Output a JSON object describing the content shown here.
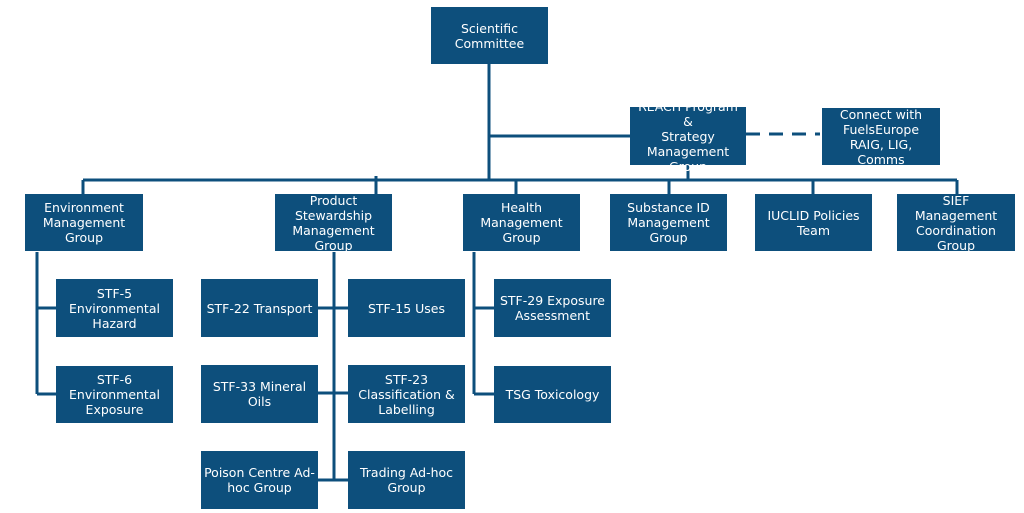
{
  "chart_data": {
    "type": "org-chart",
    "root": "Scientific\nCommittee",
    "nodes": {
      "scientific_committee": "Scientific\nCommittee",
      "reach_program": "REACH Program &\nStrategy\nManagement\nGroup",
      "connect_fuelseurope": "Connect with\nFuelsEurope\nRAIG, LIG, Comms",
      "environment_mgmt": "Environment\nManagement\nGroup",
      "product_stewardship": "Product\nStewardship\nManagement\nGroup",
      "health_mgmt": "Health\nManagement\nGroup",
      "substance_id": "Substance ID\nManagement\nGroup",
      "iuclid": "IUCLID Policies\nTeam",
      "sief": "SIEF Management\nCoordination\nGroup",
      "stf5": "STF-5\nEnvironmental\nHazard",
      "stf6": "STF-6\nEnvironmental\nExposure",
      "stf22": "STF-22 Transport",
      "stf15": "STF-15 Uses",
      "stf33": "STF-33 Mineral Oils",
      "stf23": "STF-23\nClassification &\nLabelling",
      "poison": "Poison Centre Ad-\nhoc Group",
      "trading": "Trading Ad-hoc\nGroup",
      "stf29": "STF-29 Exposure\nAssessment",
      "tsg": "TSG Toxicology"
    },
    "edges": [
      [
        "scientific_committee",
        "reach_program"
      ],
      [
        "scientific_committee",
        "environment_mgmt"
      ],
      [
        "scientific_committee",
        "product_stewardship"
      ],
      [
        "scientific_committee",
        "health_mgmt"
      ],
      [
        "scientific_committee",
        "substance_id"
      ],
      [
        "scientific_committee",
        "iuclid"
      ],
      [
        "scientific_committee",
        "sief"
      ],
      [
        "environment_mgmt",
        "stf5"
      ],
      [
        "environment_mgmt",
        "stf6"
      ],
      [
        "product_stewardship",
        "stf22"
      ],
      [
        "product_stewardship",
        "stf15"
      ],
      [
        "product_stewardship",
        "stf33"
      ],
      [
        "product_stewardship",
        "stf23"
      ],
      [
        "product_stewardship",
        "poison"
      ],
      [
        "product_stewardship",
        "trading"
      ],
      [
        "health_mgmt",
        "stf29"
      ],
      [
        "health_mgmt",
        "tsg"
      ]
    ],
    "dashed_edges": [
      [
        "reach_program",
        "connect_fuelseurope"
      ]
    ],
    "colors": {
      "box": "#0d4f7c",
      "line": "#0d4f7c",
      "text": "#ffffff"
    }
  }
}
